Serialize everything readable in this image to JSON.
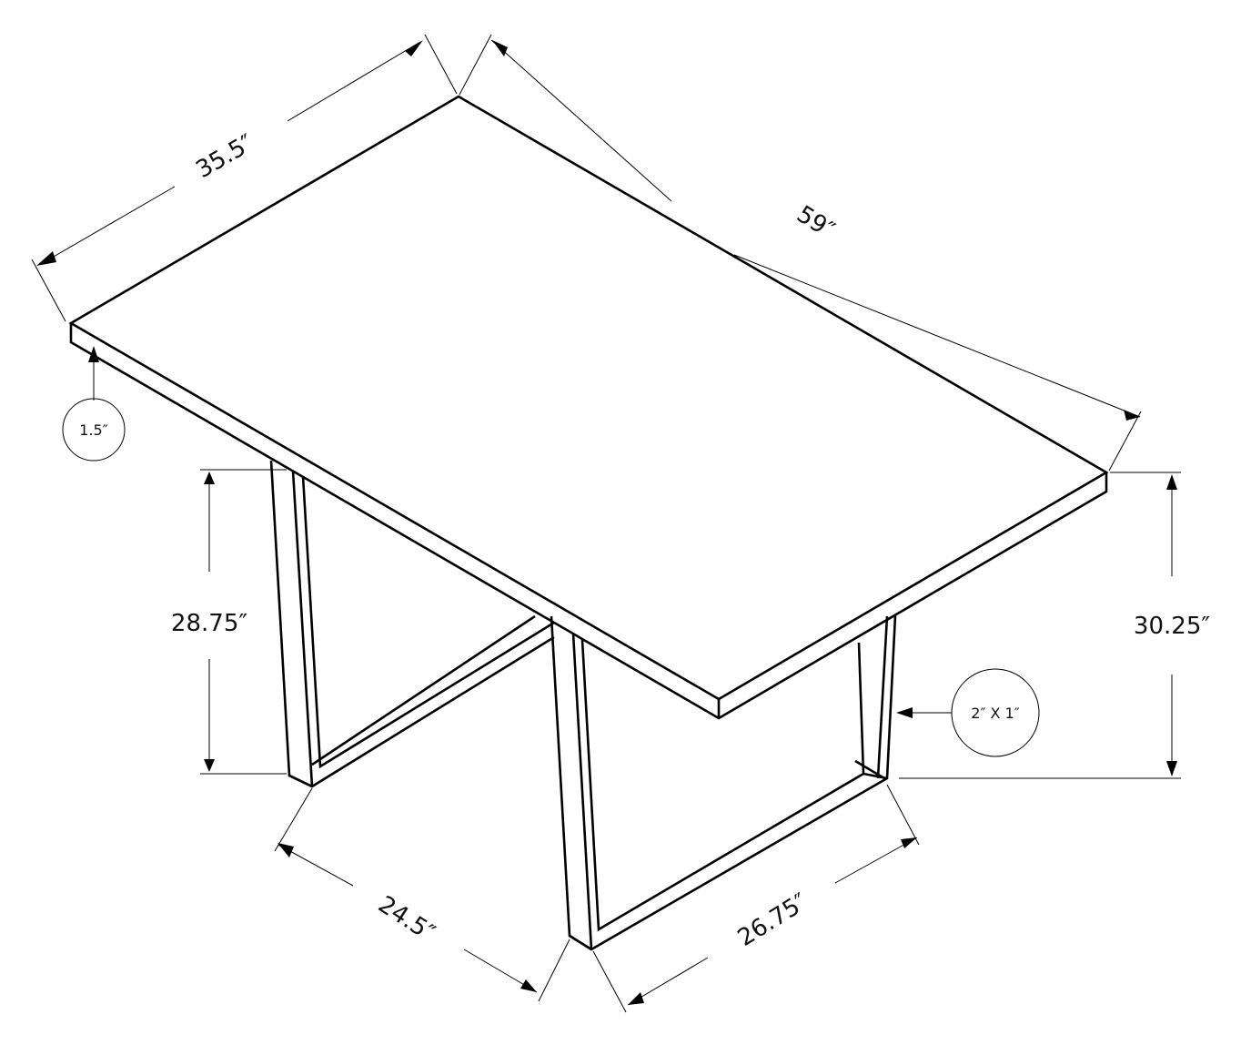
{
  "diagram": {
    "subject": "Dining table dimension drawing",
    "colors": {
      "line": "#000000",
      "background": "#ffffff"
    },
    "dimensions": {
      "depth": "35.5″",
      "length": "59″",
      "top_thickness": "1.5″",
      "leg_clearance_height": "28.75″",
      "overall_height": "30.25″",
      "leg_tube_size": "2″ X 1″",
      "leg_base_width_left": "24.5″",
      "leg_base_width_right": "26.75″"
    }
  }
}
